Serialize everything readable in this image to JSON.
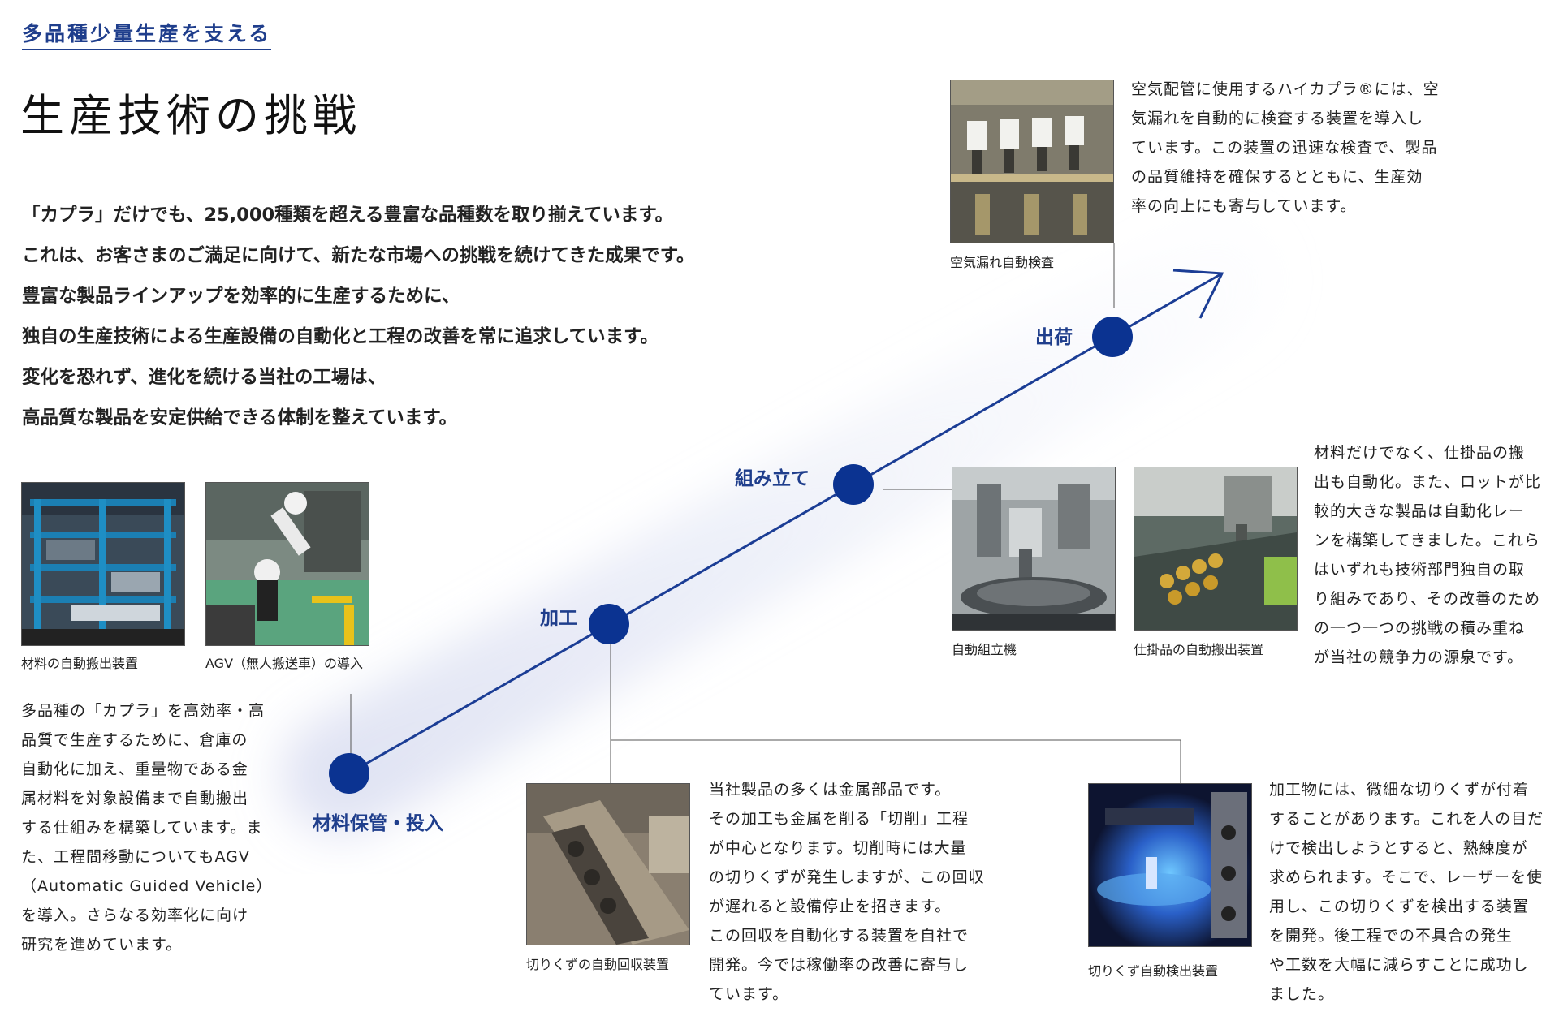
{
  "header": {
    "section_label": "多品種少量生産を支える",
    "title": "生産技術の挑戦"
  },
  "intro_lines": [
    "「カプラ」だけでも、25,000種類を超える豊富な品種数を取り揃えています。",
    "これは、お客さまのご満足に向けて、新たな市場への挑戦を続けてきた成果です。",
    "豊富な製品ラインアップを効率的に生産するために、",
    "独自の生産技術による生産設備の自動化と工程の改善を常に追求しています。",
    "変化を恐れず、進化を続ける当社の工場は、",
    "高品質な製品を安定供給できる体制を整えています。"
  ],
  "stages": {
    "material": "材料保管・投入",
    "machining": "加工",
    "assembly": "組み立て",
    "shipping": "出荷"
  },
  "captions": {
    "material_auto": "材料の自動搬出装置",
    "agv": "AGV（無人搬送車）の導入",
    "chip_collect": "切りくずの自動回収装置",
    "chip_detect": "切りくず自動検出装置",
    "auto_assembly": "自動組立機",
    "wip_transport": "仕掛品の自動搬出装置",
    "air_leak": "空気漏れ自動検査"
  },
  "descriptions": {
    "material": [
      "多品種の「カプラ」を高効率・高",
      "品質で生産するために、倉庫の",
      "自動化に加え、重量物である金",
      "属材料を対象設備まで自動搬出",
      "する仕組みを構築しています。ま",
      "た、工程間移動についてもAGV",
      "（Automatic Guided Vehicle）",
      "を導入。さらなる効率化に向け",
      "研究を進めています。"
    ],
    "machining": [
      "当社製品の多くは金属部品です。",
      "その加工も金属を削る「切削」工程",
      "が中心となります。切削時には大量",
      "の切りくずが発生しますが、この回収",
      "が遅れると設備停止を招きます。",
      "この回収を自動化する装置を自社で",
      "開発。今では稼働率の改善に寄与し",
      "ています。"
    ],
    "detection": [
      "加工物には、微細な切りくずが付着",
      "することがあります。これを人の目だ",
      "けで検出しようとすると、熟練度が",
      "求められます。そこで、レーザーを使",
      "用し、この切りくずを検出する装置",
      "を開発。後工程での不具合の発生",
      "や工数を大幅に減らすことに成功し",
      "ました。"
    ],
    "assembly": [
      "材料だけでなく、仕掛品の搬",
      "出も自動化。また、ロットが比",
      "較的大きな製品は自動化レー",
      "ンを構築してきました。これら",
      "はいずれも技術部門独自の取",
      "り組みであり、その改善のため",
      "の一つ一つの挑戦の積み重ね",
      "が当社の競争力の源泉です。"
    ],
    "shipping": [
      "空気配管に使用するハイカプラ®には、空",
      "気漏れを自動的に検査する装置を導入し",
      "ています。この装置の迅速な検査で、製品",
      "の品質維持を確保するとともに、生産効",
      "率の向上にも寄与しています。"
    ]
  },
  "colors": {
    "accent": "#1f3e8c",
    "node": "#0b3391",
    "line": "#555555"
  }
}
